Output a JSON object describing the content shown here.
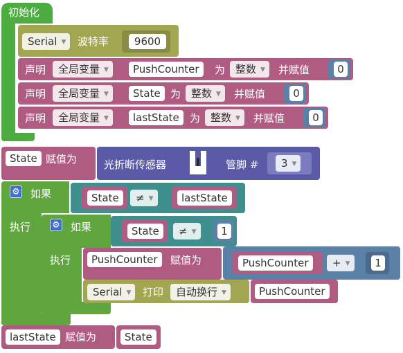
{
  "colors": {
    "setup_green": "#4dad41",
    "serial_olive": "#a3a650",
    "var_pink": "#b05c82",
    "math_blue": "#5b80a5",
    "logic_teal": "#3e8f8e",
    "sensor_navy": "#5a5aa6",
    "wire_green": "#5fa63f"
  },
  "setup": {
    "title": "初始化",
    "serial": {
      "port": "Serial",
      "label": "波特率",
      "value": "9600"
    },
    "declares": [
      {
        "prefix": "声明",
        "scope": "全局变量",
        "name": "PushCounter",
        "as": "为",
        "type": "整数",
        "assign": "并赋值",
        "value": "0"
      },
      {
        "prefix": "声明",
        "scope": "全局变量",
        "name": "State",
        "as": "为",
        "type": "整数",
        "assign": "并赋值",
        "value": "0"
      },
      {
        "prefix": "声明",
        "scope": "全局变量",
        "name": "lastState",
        "as": "为",
        "type": "整数",
        "assign": "并赋值",
        "value": "0"
      }
    ]
  },
  "loop": {
    "assign_state": {
      "var": "State",
      "label": "赋值为",
      "sensor": "光折断传感器",
      "sensor_icon": "slot-sensor-icon",
      "pin_label": "管脚 #",
      "pin": "3"
    },
    "if_outer": {
      "if_label": "如果",
      "do_label": "执行",
      "cond": {
        "left": "State",
        "op": "≠",
        "right": "lastState"
      },
      "if_inner": {
        "if_label": "如果",
        "do_label": "执行",
        "cond": {
          "left": "State",
          "op": "≠",
          "right": "1"
        },
        "assign": {
          "var": "PushCounter",
          "label": "赋值为",
          "left": "PushCounter",
          "op": "+",
          "right": "1"
        },
        "print": {
          "port": "Serial",
          "label": "打印",
          "mode": "自动换行",
          "value": "PushCounter"
        }
      }
    },
    "assign_last": {
      "var": "lastState",
      "label": "赋值为",
      "value": "State"
    }
  }
}
